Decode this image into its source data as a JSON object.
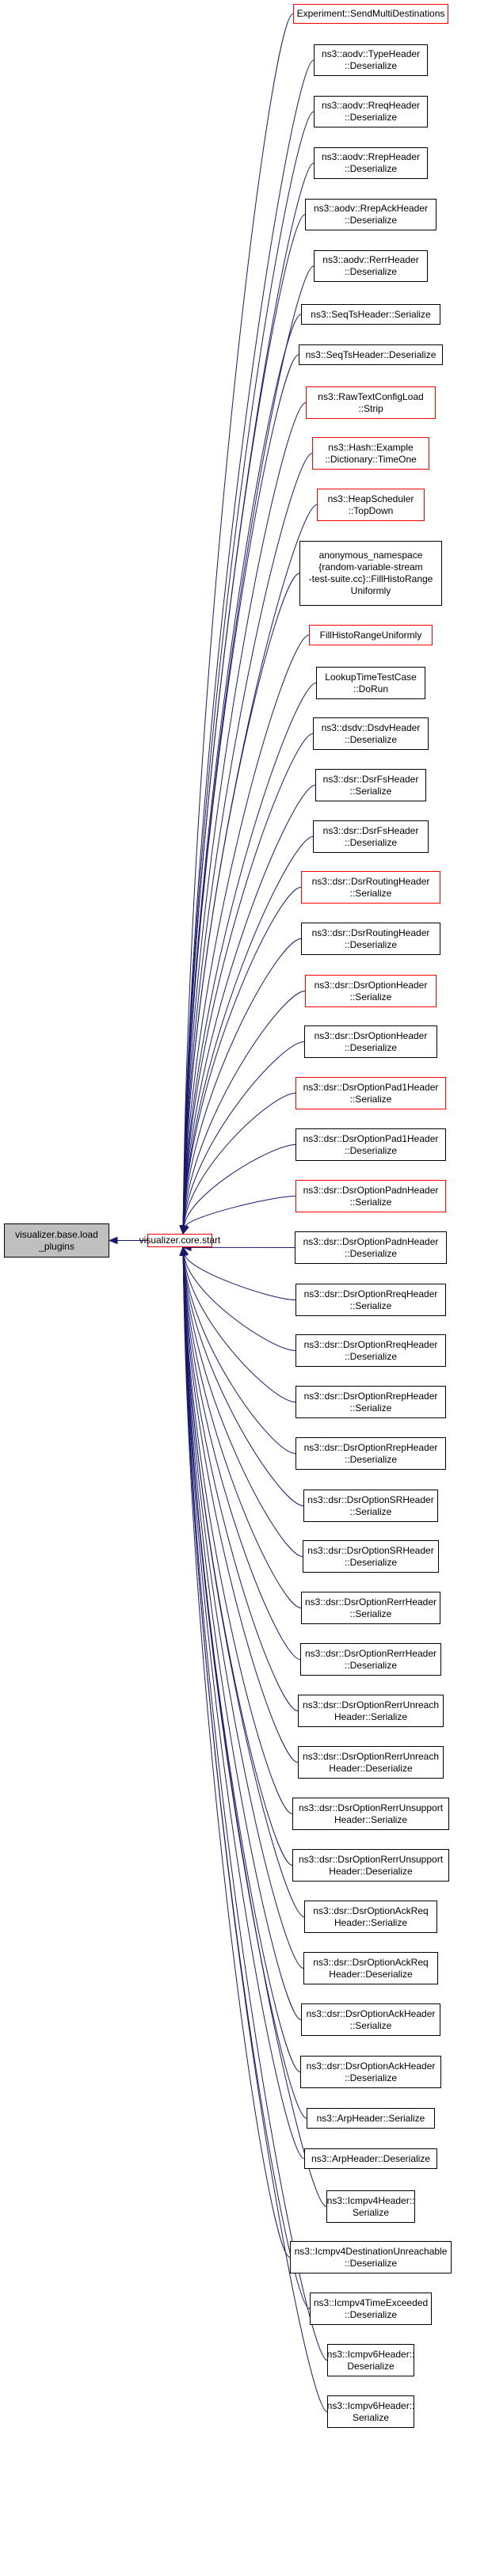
{
  "colors": {
    "edge": "#191970",
    "node_border_default": "#000000",
    "node_border_highlight": "#ff0000",
    "root_fill": "#bfbfbf"
  },
  "root": {
    "label": "visualizer.base.load\n_plugins",
    "border": "black",
    "fill": "gray"
  },
  "hub": {
    "label": "visualizer.core.start",
    "border": "red"
  },
  "callers": [
    {
      "label": "Experiment::SendMultiDestinations",
      "border": "red"
    },
    {
      "label": "ns3::aodv::TypeHeader\n::Deserialize",
      "border": "black"
    },
    {
      "label": "ns3::aodv::RreqHeader\n::Deserialize",
      "border": "black"
    },
    {
      "label": "ns3::aodv::RrepHeader\n::Deserialize",
      "border": "black"
    },
    {
      "label": "ns3::aodv::RrepAckHeader\n::Deserialize",
      "border": "black"
    },
    {
      "label": "ns3::aodv::RerrHeader\n::Deserialize",
      "border": "black"
    },
    {
      "label": "ns3::SeqTsHeader::Serialize",
      "border": "black"
    },
    {
      "label": "ns3::SeqTsHeader::Deserialize",
      "border": "black"
    },
    {
      "label": "ns3::RawTextConfigLoad\n::Strip",
      "border": "red"
    },
    {
      "label": "ns3::Hash::Example\n::Dictionary::TimeOne",
      "border": "red"
    },
    {
      "label": "ns3::HeapScheduler\n::TopDown",
      "border": "red"
    },
    {
      "label": "anonymous_namespace\n{random-variable-stream\n-test-suite.cc}::FillHistoRange\nUniformly",
      "border": "black"
    },
    {
      "label": "FillHistoRangeUniformly",
      "border": "red"
    },
    {
      "label": "LookupTimeTestCase\n::DoRun",
      "border": "black"
    },
    {
      "label": "ns3::dsdv::DsdvHeader\n::Deserialize",
      "border": "black"
    },
    {
      "label": "ns3::dsr::DsrFsHeader\n::Serialize",
      "border": "black"
    },
    {
      "label": "ns3::dsr::DsrFsHeader\n::Deserialize",
      "border": "black"
    },
    {
      "label": "ns3::dsr::DsrRoutingHeader\n::Serialize",
      "border": "red"
    },
    {
      "label": "ns3::dsr::DsrRoutingHeader\n::Deserialize",
      "border": "black"
    },
    {
      "label": "ns3::dsr::DsrOptionHeader\n::Serialize",
      "border": "red"
    },
    {
      "label": "ns3::dsr::DsrOptionHeader\n::Deserialize",
      "border": "black"
    },
    {
      "label": "ns3::dsr::DsrOptionPad1Header\n::Serialize",
      "border": "red"
    },
    {
      "label": "ns3::dsr::DsrOptionPad1Header\n::Deserialize",
      "border": "black"
    },
    {
      "label": "ns3::dsr::DsrOptionPadnHeader\n::Serialize",
      "border": "red"
    },
    {
      "label": "ns3::dsr::DsrOptionPadnHeader\n::Deserialize",
      "border": "black"
    },
    {
      "label": "ns3::dsr::DsrOptionRreqHeader\n::Serialize",
      "border": "black"
    },
    {
      "label": "ns3::dsr::DsrOptionRreqHeader\n::Deserialize",
      "border": "black"
    },
    {
      "label": "ns3::dsr::DsrOptionRrepHeader\n::Serialize",
      "border": "black"
    },
    {
      "label": "ns3::dsr::DsrOptionRrepHeader\n::Deserialize",
      "border": "black"
    },
    {
      "label": "ns3::dsr::DsrOptionSRHeader\n::Serialize",
      "border": "black"
    },
    {
      "label": "ns3::dsr::DsrOptionSRHeader\n::Deserialize",
      "border": "black"
    },
    {
      "label": "ns3::dsr::DsrOptionRerrHeader\n::Serialize",
      "border": "black"
    },
    {
      "label": "ns3::dsr::DsrOptionRerrHeader\n::Deserialize",
      "border": "black"
    },
    {
      "label": "ns3::dsr::DsrOptionRerrUnreach\nHeader::Serialize",
      "border": "black"
    },
    {
      "label": "ns3::dsr::DsrOptionRerrUnreach\nHeader::Deserialize",
      "border": "black"
    },
    {
      "label": "ns3::dsr::DsrOptionRerrUnsupport\nHeader::Serialize",
      "border": "black"
    },
    {
      "label": "ns3::dsr::DsrOptionRerrUnsupport\nHeader::Deserialize",
      "border": "black"
    },
    {
      "label": "ns3::dsr::DsrOptionAckReq\nHeader::Serialize",
      "border": "black"
    },
    {
      "label": "ns3::dsr::DsrOptionAckReq\nHeader::Deserialize",
      "border": "black"
    },
    {
      "label": "ns3::dsr::DsrOptionAckHeader\n::Serialize",
      "border": "black"
    },
    {
      "label": "ns3::dsr::DsrOptionAckHeader\n::Deserialize",
      "border": "black"
    },
    {
      "label": "ns3::ArpHeader::Serialize",
      "border": "black"
    },
    {
      "label": "ns3::ArpHeader::Deserialize",
      "border": "black"
    },
    {
      "label": "ns3::Icmpv4Header::\nSerialize",
      "border": "black"
    },
    {
      "label": "ns3::Icmpv4DestinationUnreachable\n::Deserialize",
      "border": "black"
    },
    {
      "label": "ns3::Icmpv4TimeExceeded\n::Deserialize",
      "border": "black"
    },
    {
      "label": "ns3::Icmpv6Header::\nDeserialize",
      "border": "black"
    },
    {
      "label": "ns3::Icmpv6Header::\nSerialize",
      "border": "black"
    }
  ]
}
